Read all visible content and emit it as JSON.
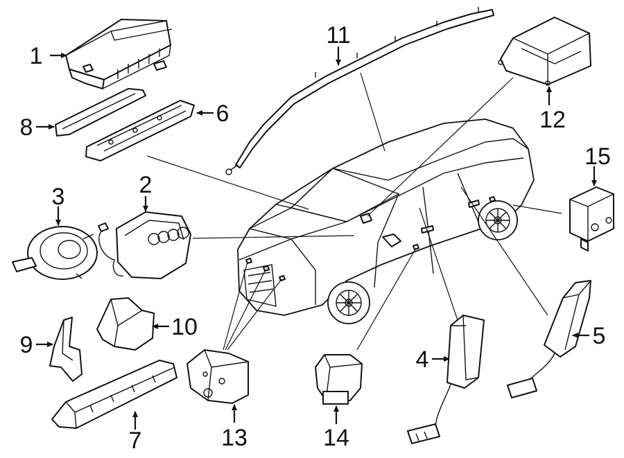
{
  "callouts": [
    "1",
    "2",
    "3",
    "4",
    "5",
    "6",
    "7",
    "8",
    "9",
    "10",
    "11",
    "12",
    "13",
    "14",
    "15"
  ]
}
